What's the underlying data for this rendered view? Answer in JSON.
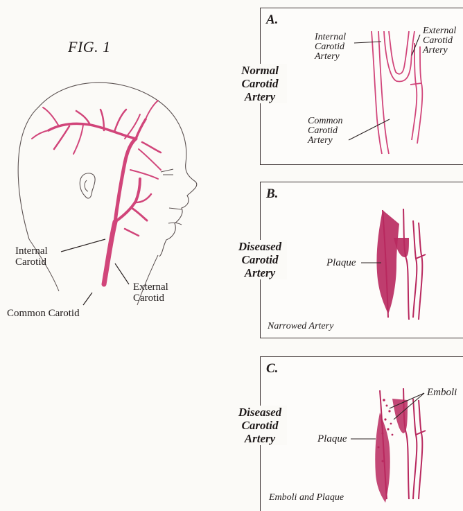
{
  "figure": {
    "title": "FIG. 1",
    "head_labels": {
      "internal": "Internal Carotid",
      "external": "External Carotid",
      "common": "Common Carotid"
    }
  },
  "panels": [
    {
      "letter": "A.",
      "side_label": "Normal Carotid Artery",
      "labels": {
        "internal": "Internal Carotid Artery",
        "external": "External Carotid Artery",
        "common": "Common Carotid Artery"
      }
    },
    {
      "letter": "B.",
      "side_label": "Diseased Carotid Artery",
      "labels": {
        "plaque": "Plaque"
      },
      "caption": "Narrowed Artery"
    },
    {
      "letter": "C.",
      "side_label": "Diseased Carotid Artery",
      "labels": {
        "plaque": "Plaque",
        "emboli": "Emboli"
      },
      "caption": "Emboli and Plaque"
    }
  ],
  "colors": {
    "artery": "#d1457a",
    "plaque": "#b8285e",
    "ink": "#2a2222"
  }
}
